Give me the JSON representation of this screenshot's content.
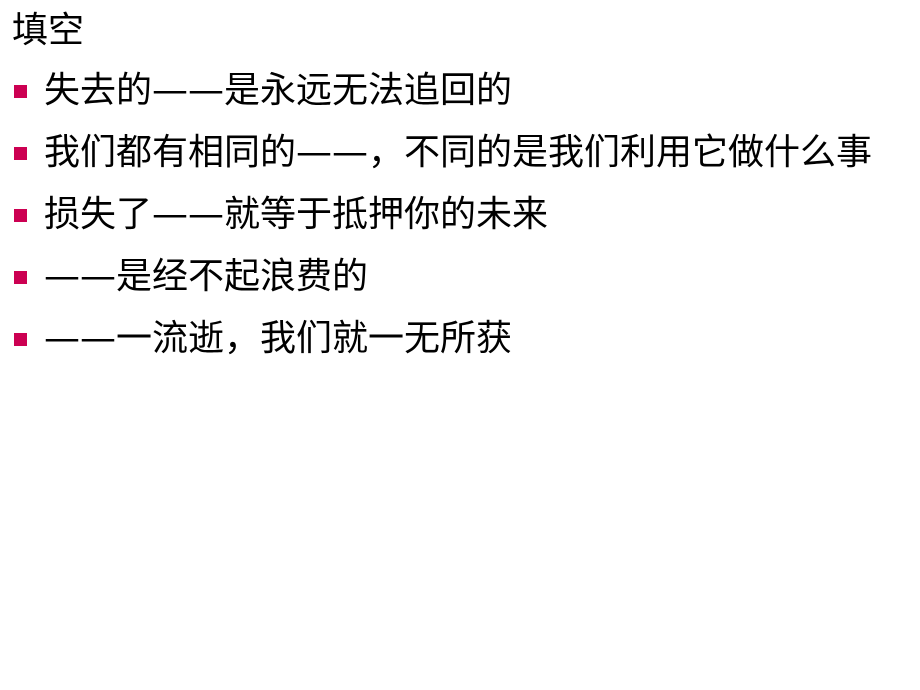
{
  "slide": {
    "title": "填空",
    "bullet_color": "#cc0052",
    "bullets": [
      "失去的——是永远无法追回的",
      "我们都有相同的——，不同的是我们利用它做什么事",
      "损失了——就等于抵押你的未来",
      "——是经不起浪费的",
      "——一流逝，我们就一无所获"
    ]
  }
}
